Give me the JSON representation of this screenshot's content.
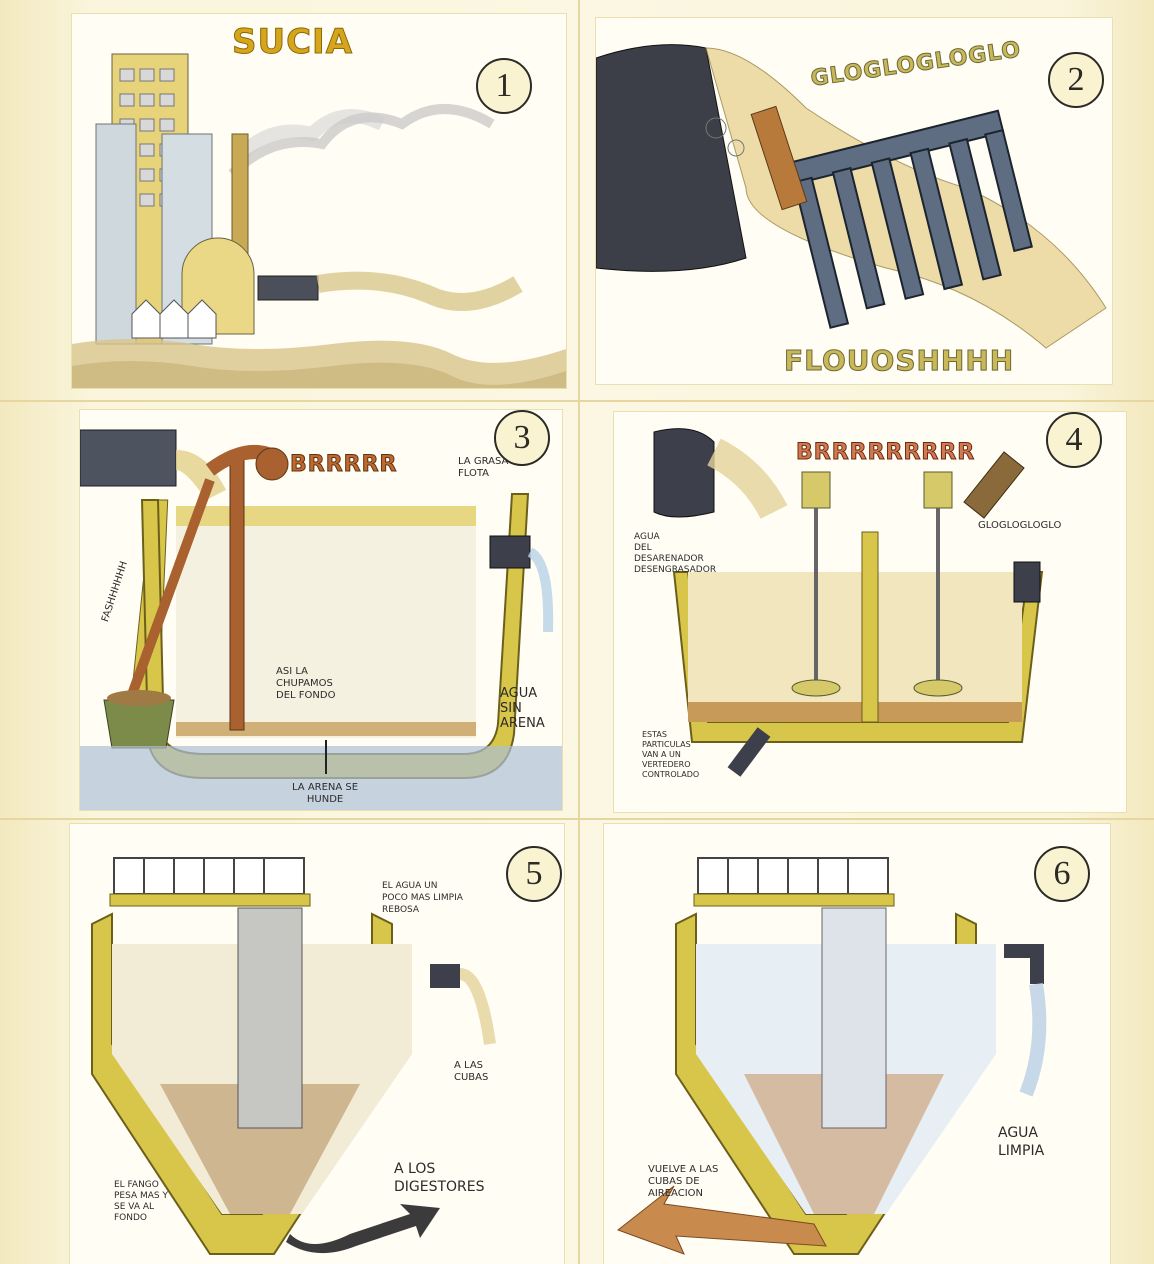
{
  "panels": [
    {
      "number": "1",
      "title": "SUCIA"
    },
    {
      "number": "2",
      "sound_top": "GLOGLOGLOGLO",
      "sound_bottom": "FLOUOSHHHH"
    },
    {
      "number": "3",
      "sound_motor": "BRRRRR",
      "grease": "LA GRASA\nFLOTA",
      "suction": "FASHHHHHH",
      "bottom": "ASI LA\nCHUPAMOS\nDEL FONDO",
      "sand_sinks": "LA ARENA SE\nHUNDE",
      "water_out": "AGUA\nSIN\nARENA"
    },
    {
      "number": "4",
      "sound_motor": "BRRRRRRRRR",
      "bottle_sound": "GLOGLOGLOGLO",
      "water_in": "AGUA\nDEL\nDESARENADOR\nDESENGRASADOR",
      "particles": "ESTAS\nPARTICULAS\nVAN A UN\nVERTEDERO\nCONTROLADO"
    },
    {
      "number": "5",
      "overflow": "EL AGUA UN\nPOCO MAS LIMPIA\nREBOSA",
      "to_tanks": "A LAS\nCUBAS",
      "sludge": "EL FANGO\nPESA MAS Y\nSE VA AL\nFONDO",
      "to_digesters": "A LOS\nDIGESTORES"
    },
    {
      "number": "6",
      "clean_water": "AGUA\nLIMPIA",
      "return": "VUELVE A LAS\nCUBAS DE\nAIREACION"
    }
  ],
  "colors": {
    "yellow": "#d8c64a",
    "tan": "#d9c48a",
    "brown": "#a0632c",
    "water": "#cfe0ee",
    "pipe": "#3b3f4a"
  }
}
